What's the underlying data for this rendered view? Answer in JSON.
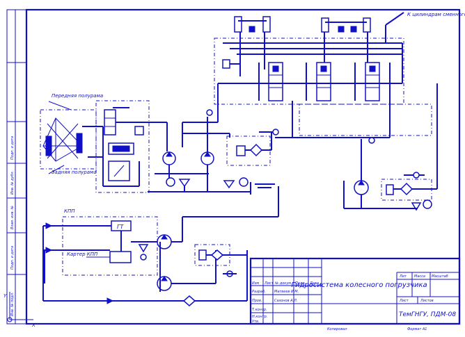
{
  "labels": {
    "front_half_frame": "Передняя полурама",
    "rear_half_frame": "Задняя полурама",
    "to_cylinders": "К цилиндрам сменного оборудования",
    "kpp": "КПП",
    "gt": "ГТ",
    "kpp_housing": "Картер КПП"
  },
  "side_strip": [
    "Инв. № подл.",
    "Подп. и дата",
    "Взам. инв. №",
    "Инв. № дубл.",
    "Подп. и дата"
  ],
  "title_block": {
    "title": "Гидросистема колесного погрузчика",
    "org": "ТемГНГУ, ПДМ-08",
    "rows": [
      "Изм",
      "Лист",
      "№ докум.",
      "Подп.",
      "Дата"
    ],
    "roles": [
      "Разраб.",
      "Пров.",
      "Т.контр.",
      "Н.контр.",
      "Утв."
    ],
    "names": [
      "Матвеев И.М.",
      "Сазонов А.Л."
    ],
    "cols": [
      "Лит",
      "Масса",
      "Масштаб"
    ],
    "sheet_labels": [
      "Лист",
      "Листов"
    ],
    "copied": "Копировал",
    "format": "Формат А1"
  },
  "axis": {
    "y": "Y",
    "x": "X"
  },
  "colors": {
    "ink": "#1010c8",
    "paper": "#ffffff"
  }
}
